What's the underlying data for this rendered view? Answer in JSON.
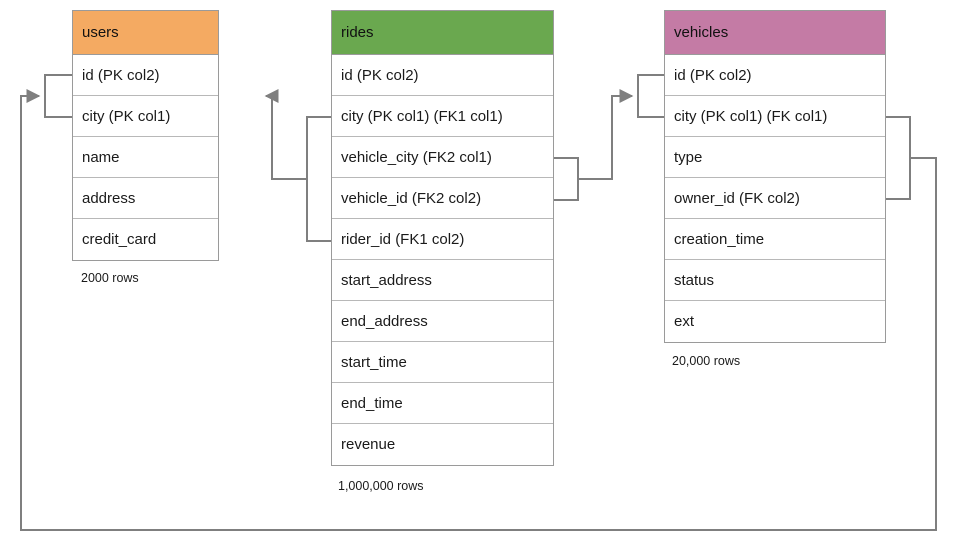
{
  "diagram": {
    "kind": "entity-relationship-diagram",
    "background": "#ffffff",
    "line_color": "#7f7f7f"
  },
  "tables": [
    {
      "id": "users",
      "name": "users",
      "header_color": "#f4aa62",
      "row_count_label": "2000 rows",
      "fields": [
        {
          "label": "id (PK col2)"
        },
        {
          "label": "city (PK col1)"
        },
        {
          "label": "name"
        },
        {
          "label": "address"
        },
        {
          "label": "credit_card"
        }
      ]
    },
    {
      "id": "rides",
      "name": "rides",
      "header_color": "#6aa84f",
      "row_count_label": "1,000,000 rows",
      "fields": [
        {
          "label": "id (PK col2)"
        },
        {
          "label": "city (PK col1) (FK1 col1)"
        },
        {
          "label": "vehicle_city (FK2 col1)"
        },
        {
          "label": "vehicle_id (FK2 col2)"
        },
        {
          "label": "rider_id (FK1 col2)"
        },
        {
          "label": "start_address"
        },
        {
          "label": "end_address"
        },
        {
          "label": "start_time"
        },
        {
          "label": "end_time"
        },
        {
          "label": "revenue"
        }
      ]
    },
    {
      "id": "vehicles",
      "name": "vehicles",
      "header_color": "#c47ba5",
      "row_count_label": "20,000 rows",
      "fields": [
        {
          "label": "id (PK col2)"
        },
        {
          "label": "city (PK col1) (FK col1)"
        },
        {
          "label": "type"
        },
        {
          "label": "owner_id (FK col2)"
        },
        {
          "label": "creation_time"
        },
        {
          "label": "status"
        },
        {
          "label": "ext"
        }
      ]
    }
  ],
  "relationships": [
    {
      "id": "rides-fk1-to-users",
      "from_table": "rides",
      "from_fields": [
        "city (PK col1) (FK1 col1)",
        "rider_id (FK1 col2)"
      ],
      "to_table": "users",
      "to_fields": [
        "id (PK col2)",
        "city (PK col1)"
      ],
      "arrow_at": "users"
    },
    {
      "id": "rides-fk2-to-vehicles",
      "from_table": "rides",
      "from_fields": [
        "vehicle_city (FK2 col1)",
        "vehicle_id (FK2 col2)"
      ],
      "to_table": "vehicles",
      "to_fields": [
        "id (PK col2)",
        "city (PK col1) (FK col1)"
      ],
      "arrow_at": "vehicles"
    },
    {
      "id": "vehicles-fk-to-users",
      "from_table": "vehicles",
      "from_fields": [
        "city (PK col1) (FK col1)",
        "owner_id (FK col2)"
      ],
      "to_table": "users",
      "to_fields": [
        "id (PK col2)",
        "city (PK col1)"
      ],
      "arrow_at": "users"
    }
  ]
}
